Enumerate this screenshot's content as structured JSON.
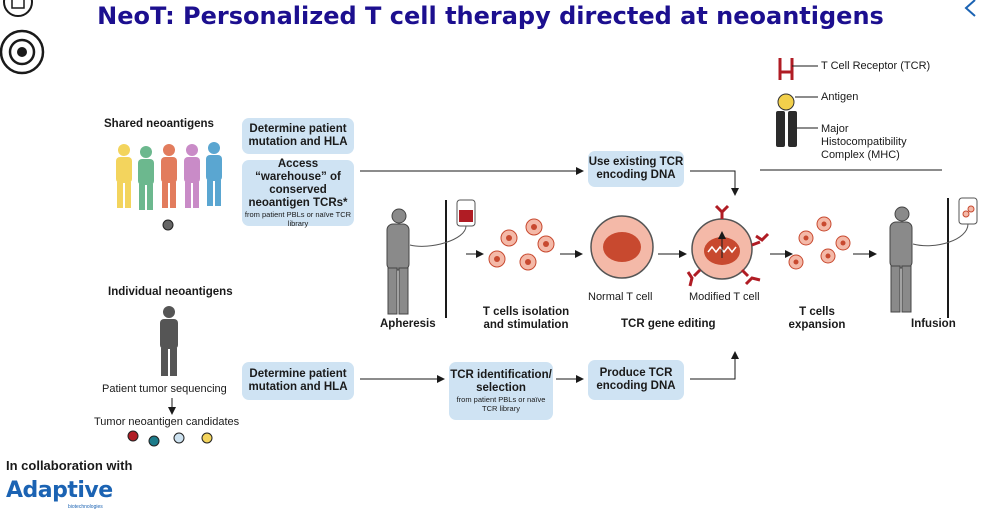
{
  "title": "NeoT:  Personalized T cell therapy directed at neoantigens",
  "legend": {
    "tcr": "T Cell Receptor (TCR)",
    "antigen": "Antigen",
    "mhc_1": "Major",
    "mhc_2": "Histocompatibility",
    "mhc_3": "Complex (MHC)"
  },
  "shared": {
    "heading": "Shared neoantigens",
    "box1": "Determine patient mutation and HLA",
    "box2_main": "Access “warehouse” of conserved neoantigen TCRs*",
    "box2_small": "from patient PBLs or naïve TCR library",
    "box3": "Use existing TCR encoding DNA"
  },
  "individual": {
    "heading": "Individual neoantigens",
    "sequencing": "Patient tumor sequencing",
    "candidates": "Tumor neoantigen candidates",
    "box1": "Determine patient mutation and HLA",
    "box2_main": "TCR identification/ selection",
    "box2_small": "from patient PBLs or naïve TCR library",
    "box3": "Produce TCR encoding DNA"
  },
  "process": {
    "apheresis": "Apheresis",
    "isolation": "T cells isolation and stimulation",
    "normal": "Normal T cell",
    "modified": "Modified T cell",
    "editing": "TCR gene editing",
    "expansion": "T cells expansion",
    "infusion": "Infusion"
  },
  "footer": {
    "collab": "In collaboration with",
    "logo": "Adaptive",
    "logo_sub": "biotechnologies"
  },
  "colors": {
    "title": "#1c0f8f",
    "box": "#cfe3f3",
    "tcr": "#b01c24",
    "antigen": "#f2d04b",
    "mhc": "#2b2b2b",
    "cell": "#f4b9a8",
    "nucleus": "#c8492f",
    "logo": "#1b63b3"
  }
}
